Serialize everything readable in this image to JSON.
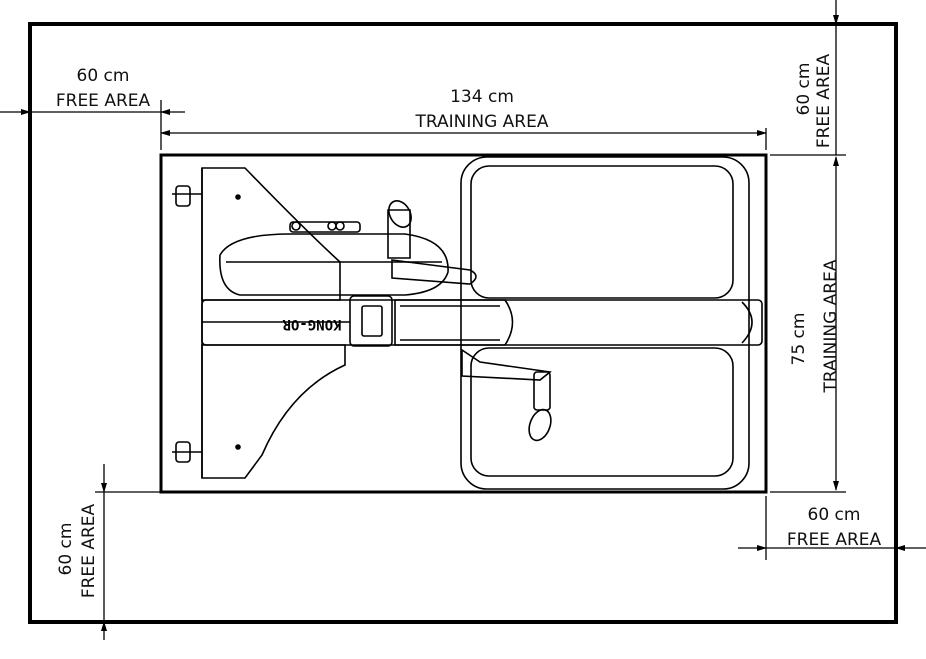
{
  "labels": {
    "top_left_free": {
      "value": "60 cm",
      "caption": "FREE AREA"
    },
    "top_training": {
      "value": "134 cm",
      "caption": "TRAINING AREA"
    },
    "top_right_free": {
      "value": "60 cm",
      "caption": "FREE AREA"
    },
    "right_training": {
      "value": "75 cm",
      "caption": "TRAINING AREA"
    },
    "bottom_right_free": {
      "value": "60 cm",
      "caption": "FREE AREA"
    },
    "bottom_left_free": {
      "value": "60 cm",
      "caption": "FREE AREA"
    }
  },
  "machine": {
    "brand_text": "KONG-OR"
  },
  "colors": {
    "line": "#000000",
    "background": "#ffffff"
  }
}
